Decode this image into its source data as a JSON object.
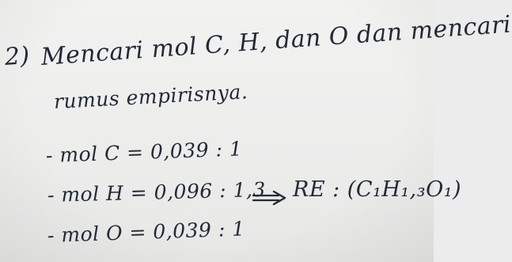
{
  "note": {
    "number": "2)",
    "heading_line1": "Mencari mol C, H, dan O dan mencari",
    "heading_line2": "rumus empirisnya.",
    "lines": [
      "- mol C = 0,039 : 1",
      "- mol H = 0,096 : 1,3",
      "- mol O = 0,039 : 1"
    ],
    "result": "RE : (C₁H₁,₃O₁)",
    "arrow_icon": "double-arrow-right-icon"
  },
  "colors": {
    "ink": "#222a36",
    "paper": "#ececec"
  }
}
